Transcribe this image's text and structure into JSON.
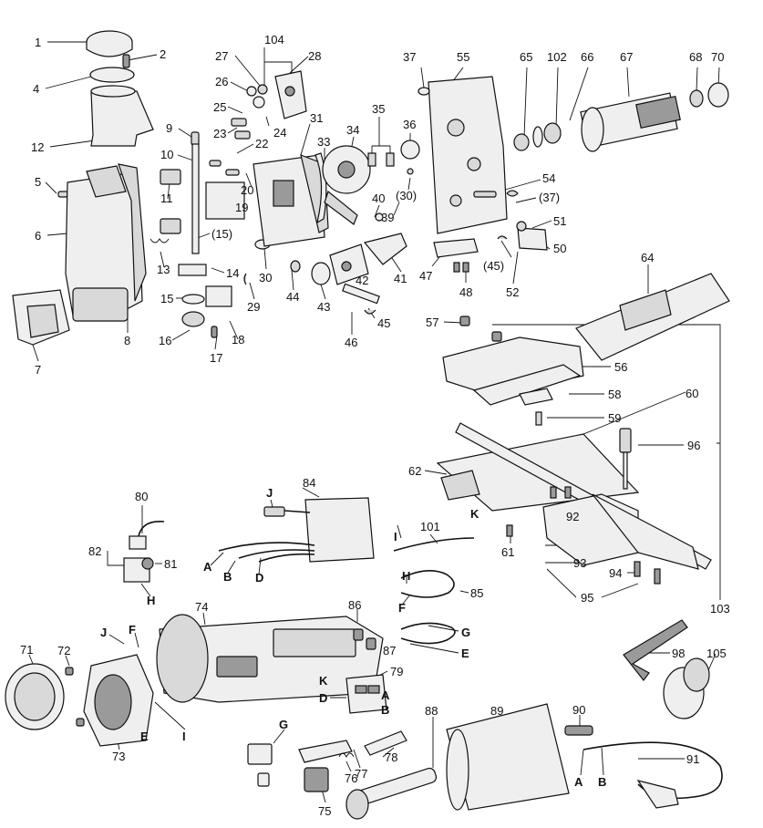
{
  "callouts": [
    {
      "id": "c1",
      "text": "1"
    },
    {
      "id": "c2",
      "text": "2"
    },
    {
      "id": "c4",
      "text": "4"
    },
    {
      "id": "c12",
      "text": "12"
    },
    {
      "id": "c5",
      "text": "5"
    },
    {
      "id": "c6",
      "text": "6"
    },
    {
      "id": "c7",
      "text": "7"
    },
    {
      "id": "c8",
      "text": "8"
    },
    {
      "id": "c9",
      "text": "9"
    },
    {
      "id": "c10",
      "text": "10"
    },
    {
      "id": "c11",
      "text": "11"
    },
    {
      "id": "c13",
      "text": "13"
    },
    {
      "id": "c14",
      "text": "14"
    },
    {
      "id": "c15a",
      "text": "(15)"
    },
    {
      "id": "c15",
      "text": "15"
    },
    {
      "id": "c16",
      "text": "16"
    },
    {
      "id": "c17",
      "text": "17"
    },
    {
      "id": "c18",
      "text": "18"
    },
    {
      "id": "c19",
      "text": "19"
    },
    {
      "id": "c20",
      "text": "20"
    },
    {
      "id": "c22",
      "text": "22"
    },
    {
      "id": "c23",
      "text": "23"
    },
    {
      "id": "c24",
      "text": "24"
    },
    {
      "id": "c25",
      "text": "25"
    },
    {
      "id": "c26",
      "text": "26"
    },
    {
      "id": "c27",
      "text": "27"
    },
    {
      "id": "c104",
      "text": "104"
    },
    {
      "id": "c28",
      "text": "28"
    },
    {
      "id": "c29",
      "text": "29"
    },
    {
      "id": "c30",
      "text": "30"
    },
    {
      "id": "c31",
      "text": "31"
    },
    {
      "id": "c33",
      "text": "33"
    },
    {
      "id": "c34",
      "text": "34"
    },
    {
      "id": "c35",
      "text": "35"
    },
    {
      "id": "c36",
      "text": "36"
    },
    {
      "id": "c30b",
      "text": "(30)"
    },
    {
      "id": "c37",
      "text": "37"
    },
    {
      "id": "c40",
      "text": "40"
    },
    {
      "id": "c39",
      "text": "39"
    },
    {
      "id": "c41",
      "text": "41"
    },
    {
      "id": "c42",
      "text": "42"
    },
    {
      "id": "c43",
      "text": "43"
    },
    {
      "id": "c44",
      "text": "44"
    },
    {
      "id": "c45",
      "text": "45"
    },
    {
      "id": "c46",
      "text": "46"
    },
    {
      "id": "c47",
      "text": "47"
    },
    {
      "id": "c48",
      "text": "48"
    },
    {
      "id": "c55",
      "text": "55"
    },
    {
      "id": "c54",
      "text": "54"
    },
    {
      "id": "c37b",
      "text": "(37)"
    },
    {
      "id": "c51",
      "text": "51"
    },
    {
      "id": "c50",
      "text": "50"
    },
    {
      "id": "c45b",
      "text": "(45)"
    },
    {
      "id": "c52",
      "text": "52"
    },
    {
      "id": "c65",
      "text": "65"
    },
    {
      "id": "c102",
      "text": "102"
    },
    {
      "id": "c66",
      "text": "66"
    },
    {
      "id": "c67",
      "text": "67"
    },
    {
      "id": "c68",
      "text": "68"
    },
    {
      "id": "c70",
      "text": "70"
    },
    {
      "id": "c64",
      "text": "64"
    },
    {
      "id": "c57",
      "text": "57"
    },
    {
      "id": "c56",
      "text": "56"
    },
    {
      "id": "c58",
      "text": "58"
    },
    {
      "id": "c59",
      "text": "59"
    },
    {
      "id": "c60",
      "text": "60"
    },
    {
      "id": "c96",
      "text": "96"
    },
    {
      "id": "c62",
      "text": "62"
    },
    {
      "id": "c92",
      "text": "92"
    },
    {
      "id": "c61",
      "text": "61"
    },
    {
      "id": "c93",
      "text": "93"
    },
    {
      "id": "c94",
      "text": "94"
    },
    {
      "id": "c95",
      "text": "95"
    },
    {
      "id": "c103",
      "text": "103"
    },
    {
      "id": "c80",
      "text": "80"
    },
    {
      "id": "c84",
      "text": "84"
    },
    {
      "id": "cJ1",
      "text": "J"
    },
    {
      "id": "c82",
      "text": "82"
    },
    {
      "id": "c81",
      "text": "81"
    },
    {
      "id": "cH1",
      "text": "H"
    },
    {
      "id": "cA1",
      "text": "A"
    },
    {
      "id": "cB1",
      "text": "B"
    },
    {
      "id": "cD1",
      "text": "D"
    },
    {
      "id": "c101",
      "text": "101"
    },
    {
      "id": "cI1",
      "text": "I"
    },
    {
      "id": "cK1",
      "text": "K"
    },
    {
      "id": "cH2",
      "text": "H"
    },
    {
      "id": "c85",
      "text": "85"
    },
    {
      "id": "cF1",
      "text": "F"
    },
    {
      "id": "cG1",
      "text": "G"
    },
    {
      "id": "cE1",
      "text": "E"
    },
    {
      "id": "c74",
      "text": "74"
    },
    {
      "id": "c86",
      "text": "86"
    },
    {
      "id": "c87",
      "text": "87"
    },
    {
      "id": "c79",
      "text": "79"
    },
    {
      "id": "cK2",
      "text": "K"
    },
    {
      "id": "cD2",
      "text": "D"
    },
    {
      "id": "cA2",
      "text": "A"
    },
    {
      "id": "cB2",
      "text": "B"
    },
    {
      "id": "c71",
      "text": "71"
    },
    {
      "id": "c72",
      "text": "72"
    },
    {
      "id": "cJ2",
      "text": "J"
    },
    {
      "id": "cF2",
      "text": "F"
    },
    {
      "id": "c73",
      "text": "73"
    },
    {
      "id": "cE2",
      "text": "E"
    },
    {
      "id": "cI2",
      "text": "I"
    },
    {
      "id": "cG2",
      "text": "G"
    },
    {
      "id": "c76",
      "text": "76"
    },
    {
      "id": "c77",
      "text": "77"
    },
    {
      "id": "c78",
      "text": "78"
    },
    {
      "id": "c75",
      "text": "75"
    },
    {
      "id": "c88",
      "text": "88"
    },
    {
      "id": "c89",
      "text": "89"
    },
    {
      "id": "c90",
      "text": "90"
    },
    {
      "id": "c91",
      "text": "91"
    },
    {
      "id": "cA3",
      "text": "A"
    },
    {
      "id": "cB3",
      "text": "B"
    },
    {
      "id": "c98",
      "text": "98"
    },
    {
      "id": "c105",
      "text": "105"
    }
  ]
}
